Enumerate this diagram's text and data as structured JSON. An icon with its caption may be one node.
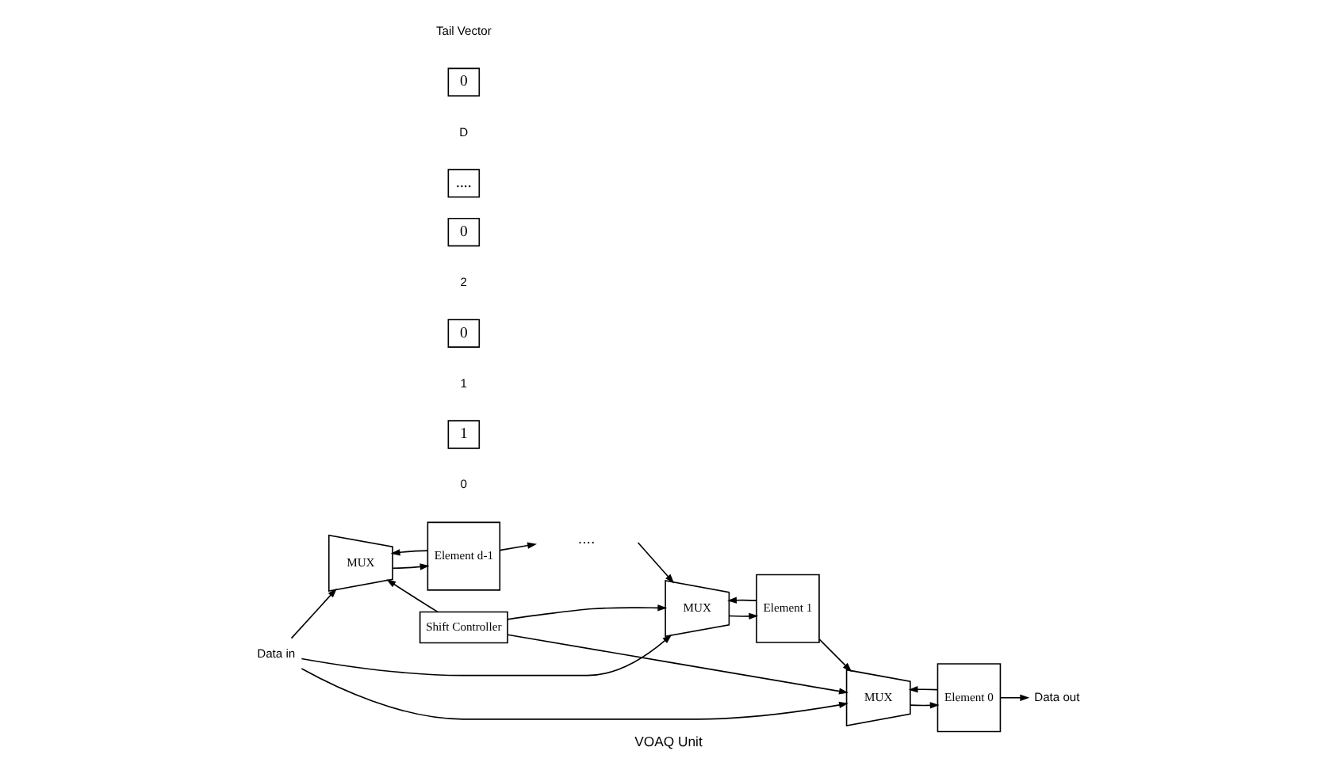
{
  "diagram": {
    "caption": "VOAQ Unit",
    "nodes": [
      {
        "text": [
          "Data in"
        ]
      },
      {
        "text": [
          "MUX"
        ]
      },
      {
        "text": [
          "Element d-1"
        ]
      },
      {
        "text": [
          "MUX"
        ]
      },
      {
        "text": [
          "Element 1"
        ]
      },
      {
        "text": [
          "MUX"
        ]
      },
      {
        "text": [
          "Element 0"
        ]
      },
      {
        "text": [
          "Data out"
        ]
      },
      {
        "text": [
          "Shift Controller"
        ]
      },
      {
        "text": [
          "0"
        ]
      },
      {
        "text": [
          "...."
        ]
      },
      {
        "text": [
          "0"
        ]
      },
      {
        "text": [
          "0"
        ]
      },
      {
        "text": [
          "1"
        ]
      }
    ],
    "edges": [
      {
        "from": 0,
        "to": 1,
        "arrow": "to"
      },
      {
        "from": 0,
        "to": 3,
        "arrow": "to"
      },
      {
        "from": 0,
        "to": 5,
        "arrow": "to"
      },
      {
        "from": 1,
        "to": 2,
        "arrow": "to"
      },
      {
        "from": 2,
        "to": 1,
        "arrow": "to"
      },
      {
        "from": 2,
        "to": null,
        "arrow": "to"
      },
      {
        "from": null,
        "to": 3,
        "arrow": "to"
      },
      {
        "from": 3,
        "to": 4,
        "arrow": "to"
      },
      {
        "from": 4,
        "to": 3,
        "arrow": "to"
      },
      {
        "from": 4,
        "to": 5,
        "arrow": "to"
      },
      {
        "from": 5,
        "to": 6,
        "arrow": "to"
      },
      {
        "from": 6,
        "to": 5,
        "arrow": "to"
      },
      {
        "from": 6,
        "to": 7,
        "arrow": "to"
      },
      {
        "from": 8,
        "to": 1,
        "arrow": "to"
      },
      {
        "from": 8,
        "to": 3,
        "arrow": "to"
      },
      {
        "from": 8,
        "to": 5,
        "arrow": "to"
      }
    ],
    "labels": [
      "....",
      "Tail Vector",
      "D",
      "2",
      "1",
      "0"
    ]
  }
}
